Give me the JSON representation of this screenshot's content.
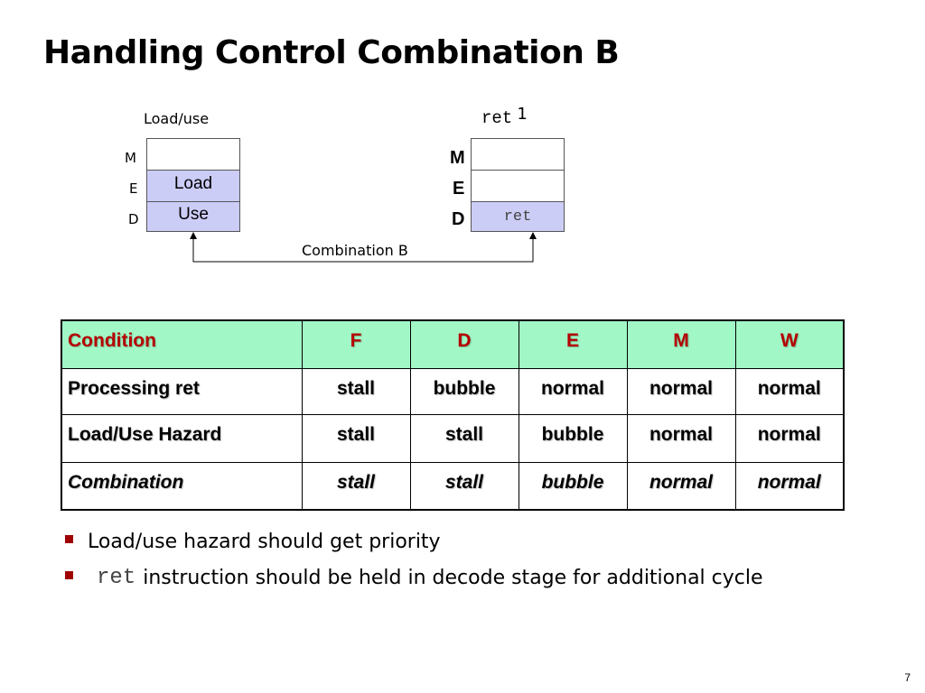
{
  "slide": {
    "title": "Handling Control Combination B",
    "page_number": "7"
  },
  "diagram": {
    "left": {
      "label": "Load/use",
      "stages": [
        "M",
        "E",
        "D"
      ],
      "cells": [
        "",
        "Load",
        "Use"
      ]
    },
    "right": {
      "label_code": "ret",
      "label_suffix": "1",
      "stages": [
        "M",
        "E",
        "D"
      ],
      "cells": [
        "",
        "",
        "ret"
      ]
    },
    "connector_label": "Combination B",
    "fill_color": "#cccdf7"
  },
  "table": {
    "header": [
      "Condition",
      "F",
      "D",
      "E",
      "M",
      "W"
    ],
    "rows": [
      [
        "Processing ret",
        "stall",
        "bubble",
        "normal",
        "normal",
        "normal"
      ],
      [
        "Load/Use Hazard",
        "stall",
        "stall",
        "bubble",
        "normal",
        "normal"
      ],
      [
        "Combination",
        "stall",
        "stall",
        "bubble",
        "normal",
        "normal"
      ]
    ],
    "header_bg": "#a2f7c6",
    "header_text_color": "#b40000"
  },
  "bullets": {
    "b1": "Load/use hazard should get priority",
    "b2_code": "ret",
    "b2_text": "instruction should be held in decode stage for additional cycle",
    "bullet_color": "#a00000"
  }
}
